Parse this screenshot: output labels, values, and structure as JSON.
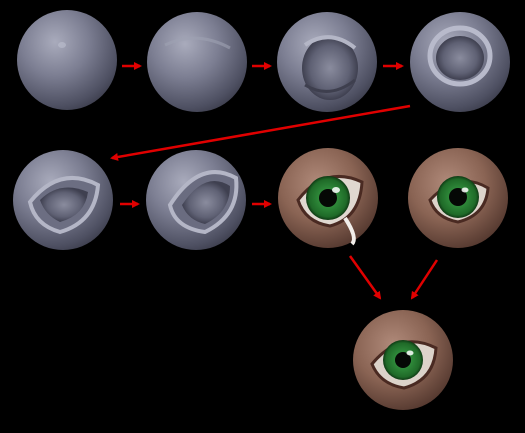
{
  "diagram": {
    "background": "#000000",
    "arrow_color": "#e00000",
    "sequence": [
      {
        "id": "s1",
        "stage": "base-sphere"
      },
      {
        "id": "s2",
        "stage": "sculpted-sphere"
      },
      {
        "id": "s3",
        "stage": "socket-indent"
      },
      {
        "id": "s4",
        "stage": "socket-ring"
      },
      {
        "id": "s5",
        "stage": "eyelid-form"
      },
      {
        "id": "s6",
        "stage": "eyelid-refined"
      },
      {
        "id": "s7",
        "stage": "textured-eye-variant-a"
      },
      {
        "id": "s8",
        "stage": "textured-eye-variant-b"
      },
      {
        "id": "s9",
        "stage": "final-eye"
      }
    ],
    "arrows": [
      {
        "from": "s1",
        "to": "s2"
      },
      {
        "from": "s2",
        "to": "s3"
      },
      {
        "from": "s3",
        "to": "s4"
      },
      {
        "from": "s4",
        "to": "s5"
      },
      {
        "from": "s5",
        "to": "s6"
      },
      {
        "from": "s6",
        "to": "s7"
      },
      {
        "from": "s7",
        "to": "s9"
      },
      {
        "from": "s8",
        "to": "s9"
      }
    ]
  }
}
